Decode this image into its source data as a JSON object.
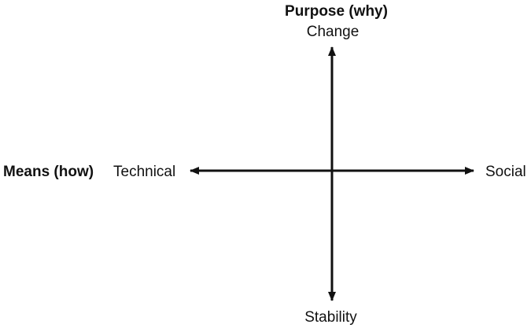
{
  "vertical_axis": {
    "title": "Purpose (why)",
    "top_label": "Change",
    "bottom_label": "Stability"
  },
  "horizontal_axis": {
    "title": "Means (how)",
    "left_label": "Technical",
    "right_label": "Social"
  },
  "colors": {
    "axis_line": "#111111",
    "text": "#111111",
    "background": "#ffffff"
  }
}
